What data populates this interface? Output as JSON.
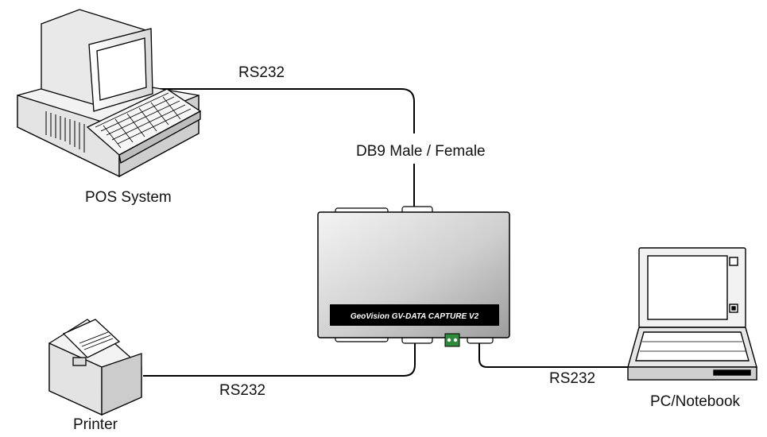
{
  "devices": {
    "pos": "POS System",
    "printer": "Printer",
    "pc": "PC/Notebook",
    "capture_box": "GeoVision GV-DATA CAPTURE V2"
  },
  "connections": {
    "pos_link": "RS232",
    "connector_note": "DB9 Male / Female",
    "printer_link": "RS232",
    "pc_link": "RS232"
  },
  "colors": {
    "lines": "#000000",
    "box_face": "#c8c8c8",
    "badge_bg": "#000000",
    "badge_text": "#ffffff",
    "terminal": "#2e8b3c"
  }
}
